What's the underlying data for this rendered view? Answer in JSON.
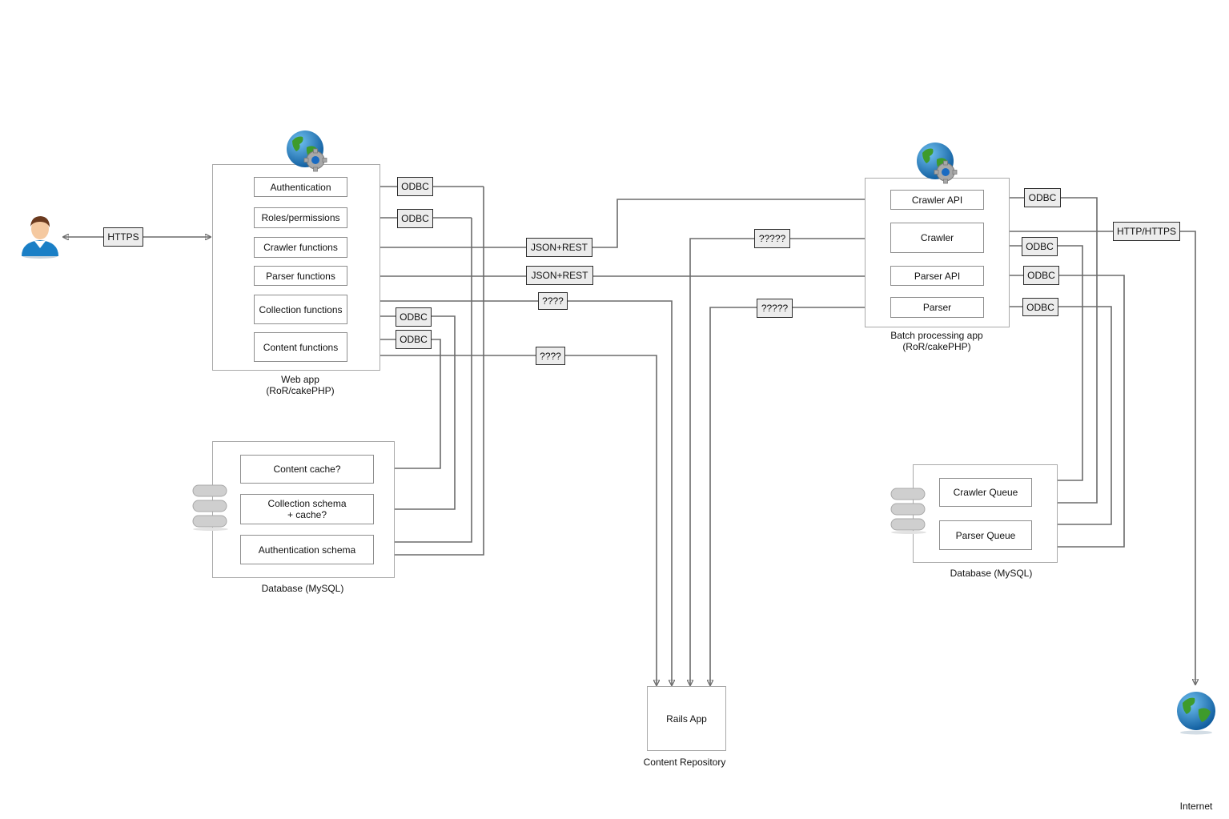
{
  "web_app": {
    "caption": "Web app\n(RoR/cakePHP)",
    "modules": [
      "Authentication",
      "Roles/permissions",
      "Crawler functions",
      "Parser functions",
      "Collection functions",
      "Content functions"
    ]
  },
  "web_db": {
    "caption": "Database (MySQL)",
    "tables": [
      "Content cache?",
      "Collection schema\n+ cache?",
      "Authentication schema"
    ]
  },
  "batch_app": {
    "caption": "Batch processing app\n(RoR/cakePHP)",
    "modules": [
      "Crawler API",
      "Crawler",
      "Parser API",
      "Parser"
    ]
  },
  "batch_db": {
    "caption": "Database (MySQL)",
    "tables": [
      "Crawler Queue",
      "Parser Queue"
    ]
  },
  "rails_app": {
    "label": "Rails App",
    "caption": "Content Repository"
  },
  "internet": {
    "caption": "Internet"
  },
  "protocols": {
    "https": "HTTPS",
    "odbc_auth": "ODBC",
    "odbc_roles": "ODBC",
    "json_crawler": "JSON+REST",
    "json_parser": "JSON+REST",
    "q_collection": "????",
    "odbc_collection": "ODBC",
    "odbc_content": "ODBC",
    "q_content": "????",
    "q_crawler": "?????",
    "q_parser": "?????",
    "odbc_crawler_api": "ODBC",
    "odbc_crawler": "ODBC",
    "odbc_parser_api": "ODBC",
    "odbc_parser": "ODBC",
    "http_https": "HTTP/HTTPS"
  },
  "icons": {
    "user": "user-icon",
    "web_globe": "globe-gear-icon",
    "batch_globe": "globe-gear-icon",
    "web_db": "database-icon",
    "batch_db": "database-icon",
    "internet": "globe-icon"
  },
  "colors": {
    "connector": "#6b6b6b",
    "protocol_fill": "#ececec",
    "box_border": "#8e8e8e"
  }
}
